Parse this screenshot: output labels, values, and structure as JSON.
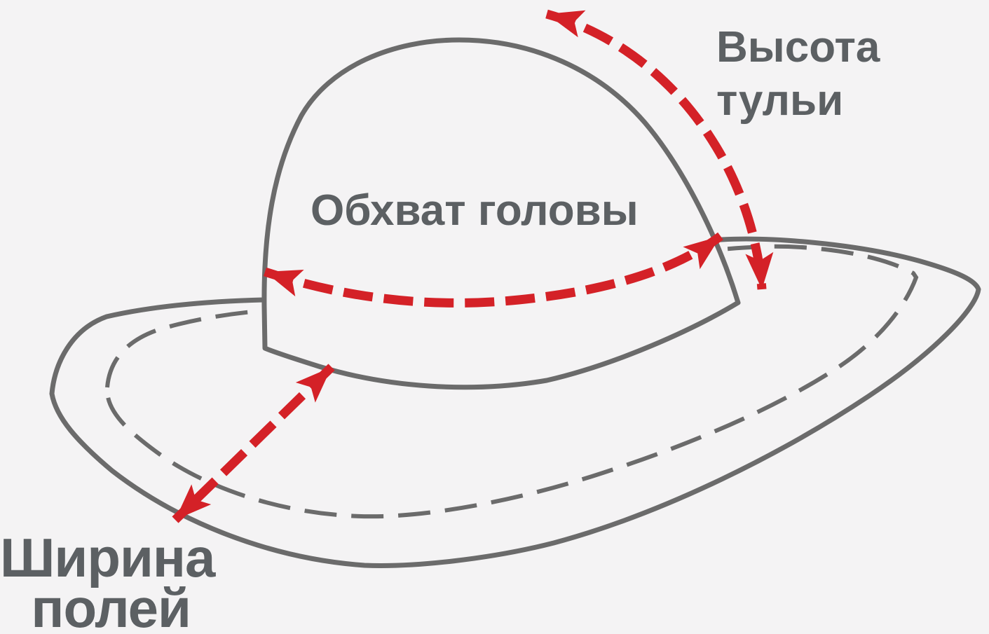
{
  "diagram": {
    "subject": "hat-measurement-scheme",
    "labels": {
      "crown_height": "Высота\nтульи",
      "head_circumference": "Обхват головы",
      "brim_width": "Ширина\nполей"
    },
    "colors": {
      "background": "#f4f3f4",
      "outline_gray": "#6b6b6b",
      "arrow_red": "#d42127",
      "text_gray": "#5c6063"
    }
  }
}
